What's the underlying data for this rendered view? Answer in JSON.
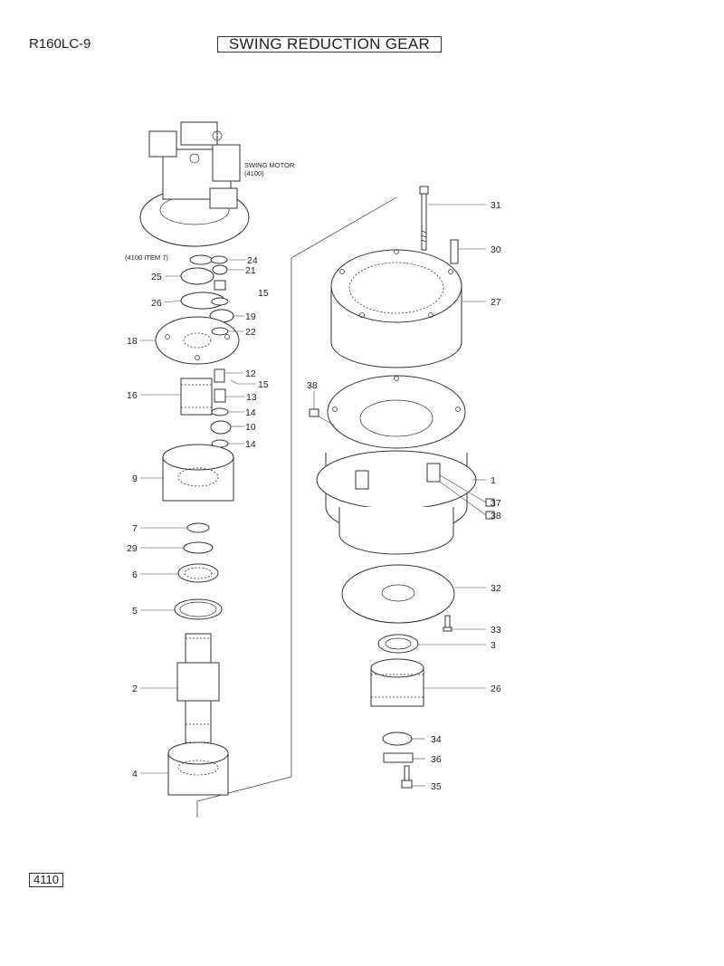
{
  "header": {
    "model": "R160LC-9",
    "title": "SWING REDUCTION GEAR"
  },
  "footer": {
    "page_code": "4110"
  },
  "notes": {
    "swing_motor": "SWING MOTOR",
    "swing_motor_ref": "(4100)",
    "item_ref": "(4100 ITEM 7)"
  },
  "callouts": {
    "c24": "24",
    "c21": "21",
    "c25": "25",
    "c15a": "15",
    "c26a": "26",
    "c19": "19",
    "c18": "18",
    "c22": "22",
    "c12": "12",
    "c15b": "15",
    "c16": "16",
    "c13": "13",
    "c14a": "14",
    "c10": "10",
    "c14b": "14",
    "c9": "9",
    "c7": "7",
    "c29": "29",
    "c6": "6",
    "c5": "5",
    "c2": "2",
    "c4": "4",
    "c31": "31",
    "c30": "30",
    "c27": "27",
    "c38a": "38",
    "c1": "1",
    "c37": "37",
    "c38b": "38",
    "c32": "32",
    "c33": "33",
    "c3": "3",
    "c26b": "26",
    "c34": "34",
    "c36": "36",
    "c35": "35"
  }
}
